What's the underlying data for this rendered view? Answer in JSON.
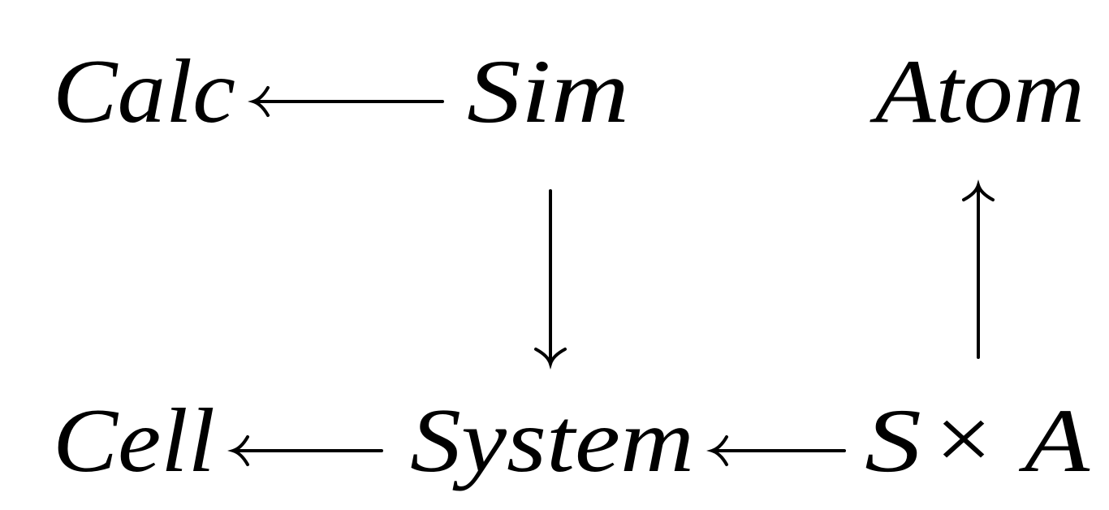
{
  "diagram": {
    "nodes": {
      "calc": "Calc",
      "sim": "Sim",
      "atom": "Atom",
      "cell": "Cell",
      "system": "System",
      "s": "S",
      "times": "×",
      "a": "A"
    },
    "edges": [
      {
        "from": "Sim",
        "to": "Calc"
      },
      {
        "from": "Sim",
        "to": "System"
      },
      {
        "from": "S × A",
        "to": "Atom"
      },
      {
        "from": "System",
        "to": "Cell"
      },
      {
        "from": "S × A",
        "to": "System"
      }
    ]
  }
}
